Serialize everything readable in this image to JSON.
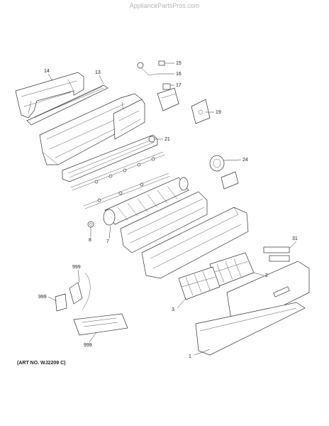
{
  "watermark": "AppliancePartsPros.com",
  "art_number": "(ART NO. WJ2209 C)",
  "callouts": [
    {
      "id": "c1",
      "label": "1"
    },
    {
      "id": "c2",
      "label": "2"
    },
    {
      "id": "c3",
      "label": "3"
    },
    {
      "id": "c7",
      "label": "7"
    },
    {
      "id": "c8",
      "label": "8"
    },
    {
      "id": "c13",
      "label": "13"
    },
    {
      "id": "c14",
      "label": "14"
    },
    {
      "id": "c15",
      "label": "15"
    },
    {
      "id": "c16",
      "label": "16"
    },
    {
      "id": "c17",
      "label": "17"
    },
    {
      "id": "c19",
      "label": "19"
    },
    {
      "id": "c21",
      "label": "21"
    },
    {
      "id": "c24",
      "label": "24"
    },
    {
      "id": "c31",
      "label": "31"
    },
    {
      "id": "c999a",
      "label": "999"
    },
    {
      "id": "c999b",
      "label": "999"
    },
    {
      "id": "c999c",
      "label": "999"
    }
  ]
}
